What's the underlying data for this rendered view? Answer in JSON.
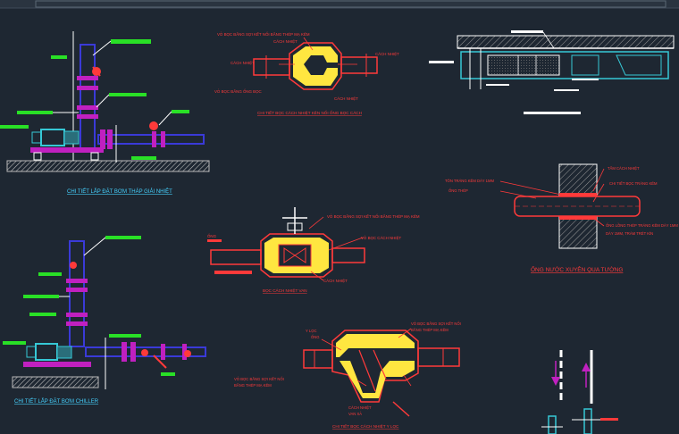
{
  "colors": {
    "background": "#1e2732",
    "label_red": "#ff3a3a",
    "title_cyan": "#46d2ff",
    "pipe_blue": "#3a3ad8",
    "pipe_magenta": "#c020c0",
    "insulation_yellow": "#ffe640",
    "marker_green": "#29e026",
    "ground_hatch": "#b9b9b9",
    "pump_cyan": "#36c8d6",
    "outline_white": "#ffffff"
  },
  "icons": [
    "pump-icon",
    "valve-icon",
    "flange-icon",
    "flow-arrow-icon"
  ],
  "titles": {
    "pump_detail_top": "CHI TIẾT LẮP ĐẶT BƠM THÁP GIẢI NHIỆT",
    "pump_detail_bottom": "CHI TIẾT LẮP ĐẶT BƠM CHILLER",
    "elbow_detail": "CHI TIẾT BỌC CÁCH NHIỆT KÊN NỐI ỐNG BỌC CÁCH",
    "valve_detail": "BỌC CÁCH NHIỆT VAN",
    "wall_detail": "ỐNG NƯỚC XUYÊN QUA TƯỜNG",
    "strainer_detail": "CHI TIẾT BỌC CÁCH NHIỆT Y LỌC"
  },
  "callouts": {
    "elbow_top": "VỎ BỌC BẰNG SỢI KẾT NỐI BẰNG THÉP MẠ KẼM",
    "elbow_mid": "CÁCH NHIỆT",
    "elbow_left": "CÁCH NHIỆT",
    "elbow_right": "CÁCH NHIỆT",
    "elbow_bottom_left": "VỎ BỌC BẰNG ỐNG BỌC",
    "elbow_bottom_right": "CÁCH NHIỆT",
    "valve_top": "VỎ BỌC BẰNG SỢI KẾT NỐI BẰNG THÉP MẠ KẼM",
    "valve_right": "VỎ BỌC CÁCH NHIỆT",
    "valve_bottom": "CÁCH NHIỆT",
    "valve_left": "ỐNG",
    "wall_left_top": "TÔN TRÁNG KẼM DÀY 1MM",
    "wall_left": "ỐNG THÉP",
    "wall_right_top": "TẤM CÁCH NHIỆT",
    "wall_right_mid": "CHI TIẾT BỌC TRÁNG KẼM",
    "wall_right_bot": "ỐNG LỒNG THÉP TRÁNG KẼM DÀY 1MM",
    "wall_right_bot2": "DÀY 1MM, TRÁM TRÉT KÍN",
    "strainer_top": "VỎ BỌC BẰNG SỢI KẾT NỐI",
    "strainer_top2": "BẰNG THÉP MẠ KẼM",
    "strainer_left": "Y LỌC",
    "strainer_left2": "ỐNG",
    "strainer_bot_left": "VỎ BỌC BẰNG SỢI KẾT NỐI",
    "strainer_bot_left2": "BẰNG THÉP MẠ KẼM",
    "strainer_bot_mid": "CÁCH NHIỆT",
    "strainer_bot_mid2": "VAN XẢ"
  }
}
